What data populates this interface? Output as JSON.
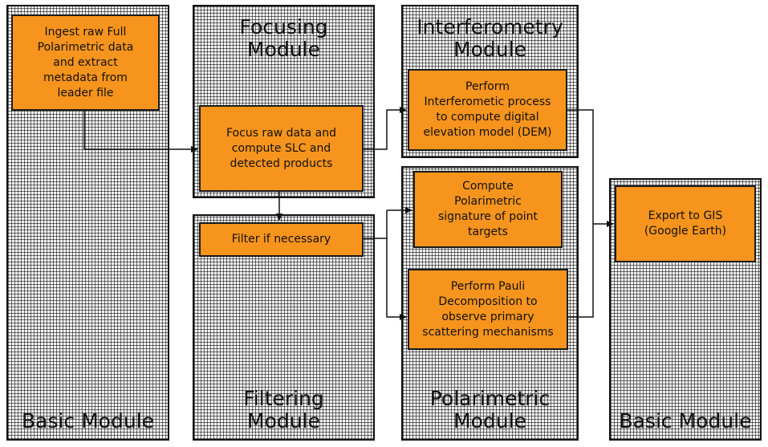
{
  "modules": {
    "basic_left": "Basic Module",
    "focusing": "Focusing\nModule",
    "filtering": "Filtering\nModule",
    "interferometry": "Interferometry\nModule",
    "polarimetric": "Polarimetric\nModule",
    "basic_right": "Basic Module"
  },
  "boxes": {
    "ingest": "Ingest raw Full\nPolarimetric data\nand extract\nmetadata from\nleader file",
    "focus": "Focus raw data and\ncompute SLC and\ndetected products",
    "filter": "Filter if necessary",
    "interferometric": "Perform\nInterferometic process\nto compute digital\nelevation model (DEM)",
    "signature": "Compute\nPolarimetric\nsignature of point\ntargets",
    "pauli": "Perform Pauli\nDecomposition to\nobserve primary\nscattering mechanisms",
    "export": "Export to GIS\n(Google Earth)"
  },
  "colors": {
    "box_fill": "#f7941d",
    "border": "#111111"
  }
}
